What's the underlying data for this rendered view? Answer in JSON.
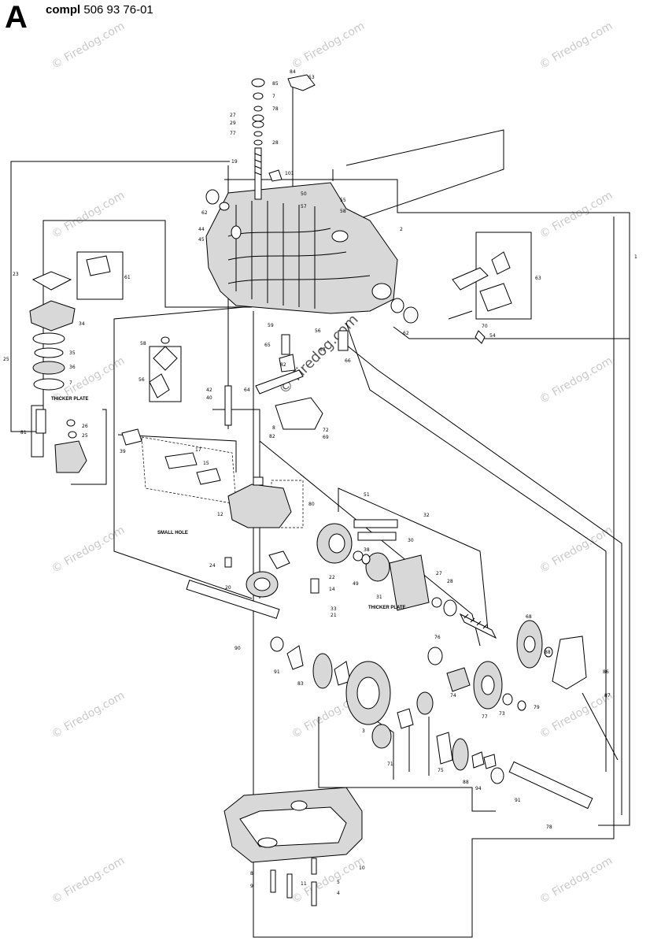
{
  "header": {
    "letter": "A",
    "title_bold": "compl",
    "title_rest": " 506 93 76-01"
  },
  "watermark": {
    "small": "© Firedog.com",
    "big": "© Firedog.com"
  },
  "notes": {
    "thicker_plate_1": "THICKER PLATE",
    "thicker_plate_2": "THICKER PLATE",
    "small_hole": "SMALL HOLE"
  },
  "callouts": {
    "c84": "84",
    "c53": "53",
    "c85": "85",
    "c7a": "7",
    "c78": "78",
    "c27": "27",
    "c29": "29",
    "c77": "77",
    "c28a": "28",
    "c19": "19",
    "c101": "101",
    "c50": "50",
    "c57": "57",
    "c55": "55",
    "c58a": "58",
    "c2": "2",
    "c1": "1",
    "c62a": "62",
    "c44": "44",
    "c45": "45",
    "c23": "23",
    "c61": "61",
    "c34": "34",
    "c35": "35",
    "c36": "36",
    "c7b": "7",
    "c63": "63",
    "c70": "70",
    "c54": "54",
    "c62b": "62",
    "c59": "59",
    "c56a": "56",
    "c67": "67",
    "c58b": "58",
    "c65": "65",
    "c82a": "82",
    "c56b": "56",
    "c66": "66",
    "c42": "42",
    "c40": "40",
    "c64": "64",
    "c8": "8",
    "c82b": "82",
    "c72": "72",
    "c69": "69",
    "c25a": "25",
    "c81": "81",
    "c26": "26",
    "c25b": "25",
    "c39": "39",
    "c17": "17",
    "c15": "15",
    "c12": "12",
    "c80": "80",
    "c51": "51",
    "c32": "32",
    "c30": "30",
    "c38": "38",
    "c49": "49",
    "c31": "31",
    "c27b": "27",
    "c28b": "28",
    "c24": "24",
    "c20": "20",
    "c22": "22",
    "c14": "14",
    "c33": "33",
    "c21": "21",
    "c90": "90",
    "c91": "91",
    "c83": "83",
    "c76": "76",
    "c74": "74",
    "c68": "68",
    "c88": "88",
    "c86": "86",
    "c87": "87",
    "c77b": "77",
    "c73": "73",
    "c79": "79",
    "c3": "3",
    "c71": "71",
    "c75": "75",
    "c88b": "88",
    "c94": "94",
    "c91b": "91",
    "c78b": "78",
    "c10": "10",
    "c8b": "8",
    "c11": "11",
    "c9": "9",
    "c5": "5",
    "c4": "4"
  }
}
